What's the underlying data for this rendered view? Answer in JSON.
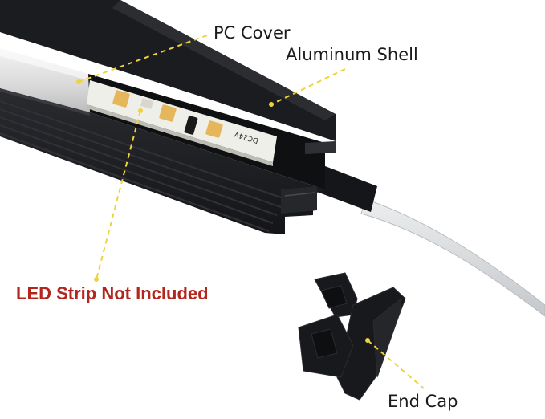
{
  "labels": {
    "pc_cover": "PC Cover",
    "aluminum_shell": "Aluminum Shell",
    "led_strip_note": "LED Strip Not Included",
    "end_cap": "End Cap"
  },
  "strip_print": "DC24V",
  "colors": {
    "profile_black": "#1c1d20",
    "profile_dark": "#121316",
    "diffuser": "#dcdcdc",
    "pcb_white": "#f2f2ee",
    "led_amber": "#e5b75a",
    "leader_yellow": "#f0d23a",
    "warning_red": "#b3261e",
    "cable_clear": "#d8dadc"
  }
}
